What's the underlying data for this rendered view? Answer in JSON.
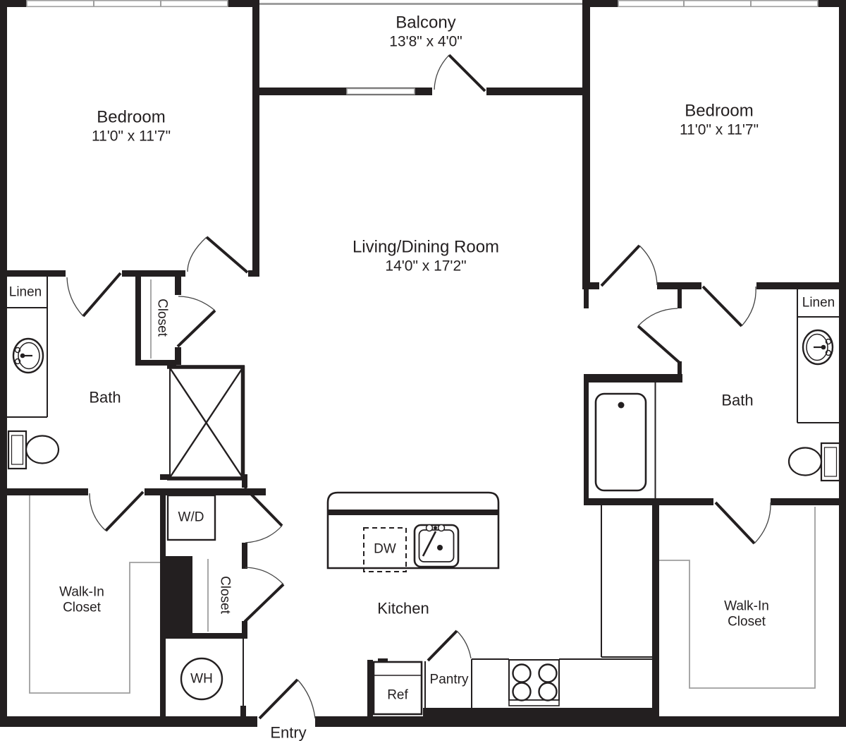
{
  "floorplan": {
    "balcony": {
      "name": "Balcony",
      "dims": "13'8\" x 4'0\""
    },
    "bedroom_left": {
      "name": "Bedroom",
      "dims": "11'0\" x 11'7\""
    },
    "bedroom_right": {
      "name": "Bedroom",
      "dims": "11'0\" x 11'7\""
    },
    "living_dining": {
      "name": "Living/Dining Room",
      "dims": "14'0\" x 17'2\""
    },
    "kitchen": {
      "name": "Kitchen"
    },
    "entry": {
      "name": "Entry"
    },
    "bath_left": {
      "name": "Bath"
    },
    "bath_right": {
      "name": "Bath"
    },
    "linen_left": {
      "name": "Linen"
    },
    "linen_right": {
      "name": "Linen"
    },
    "closet_upper_left": {
      "name": "Closet"
    },
    "closet_lower_left": {
      "name": "Closet"
    },
    "walk_in_closet_left": {
      "line1": "Walk-In",
      "line2": "Closet"
    },
    "walk_in_closet_right": {
      "line1": "Walk-In",
      "line2": "Closet"
    },
    "appliances": {
      "washer_dryer": "W/D",
      "water_heater": "WH",
      "dishwasher": "DW",
      "refrigerator": "Ref",
      "pantry": "Pantry"
    },
    "colors": {
      "wall": "#231f20",
      "gray": "#9e9e9e"
    }
  }
}
